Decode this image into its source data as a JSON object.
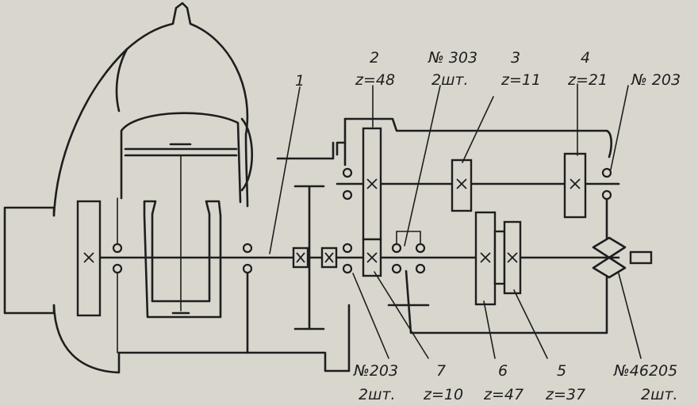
{
  "labels": {
    "part_1": "1",
    "part_2": "2",
    "z_2": "z=48",
    "part_303": "№ 303",
    "qty_303": "2шт.",
    "part_3": "3",
    "z_3": "z=11",
    "part_4": "4",
    "z_4": "z=21",
    "part_203_top": "№ 203",
    "part_203_bottom": "№203",
    "qty_203_bottom": "2шт.",
    "part_7": "7",
    "z_7": "z=10",
    "part_6": "6",
    "z_6": "z=47",
    "part_5": "5",
    "z_5": "z=37",
    "part_46205": "№46205",
    "qty_46205": "2шт."
  },
  "colors": {
    "paper": "#d9d6ce",
    "ink": "#1e1e1e"
  }
}
